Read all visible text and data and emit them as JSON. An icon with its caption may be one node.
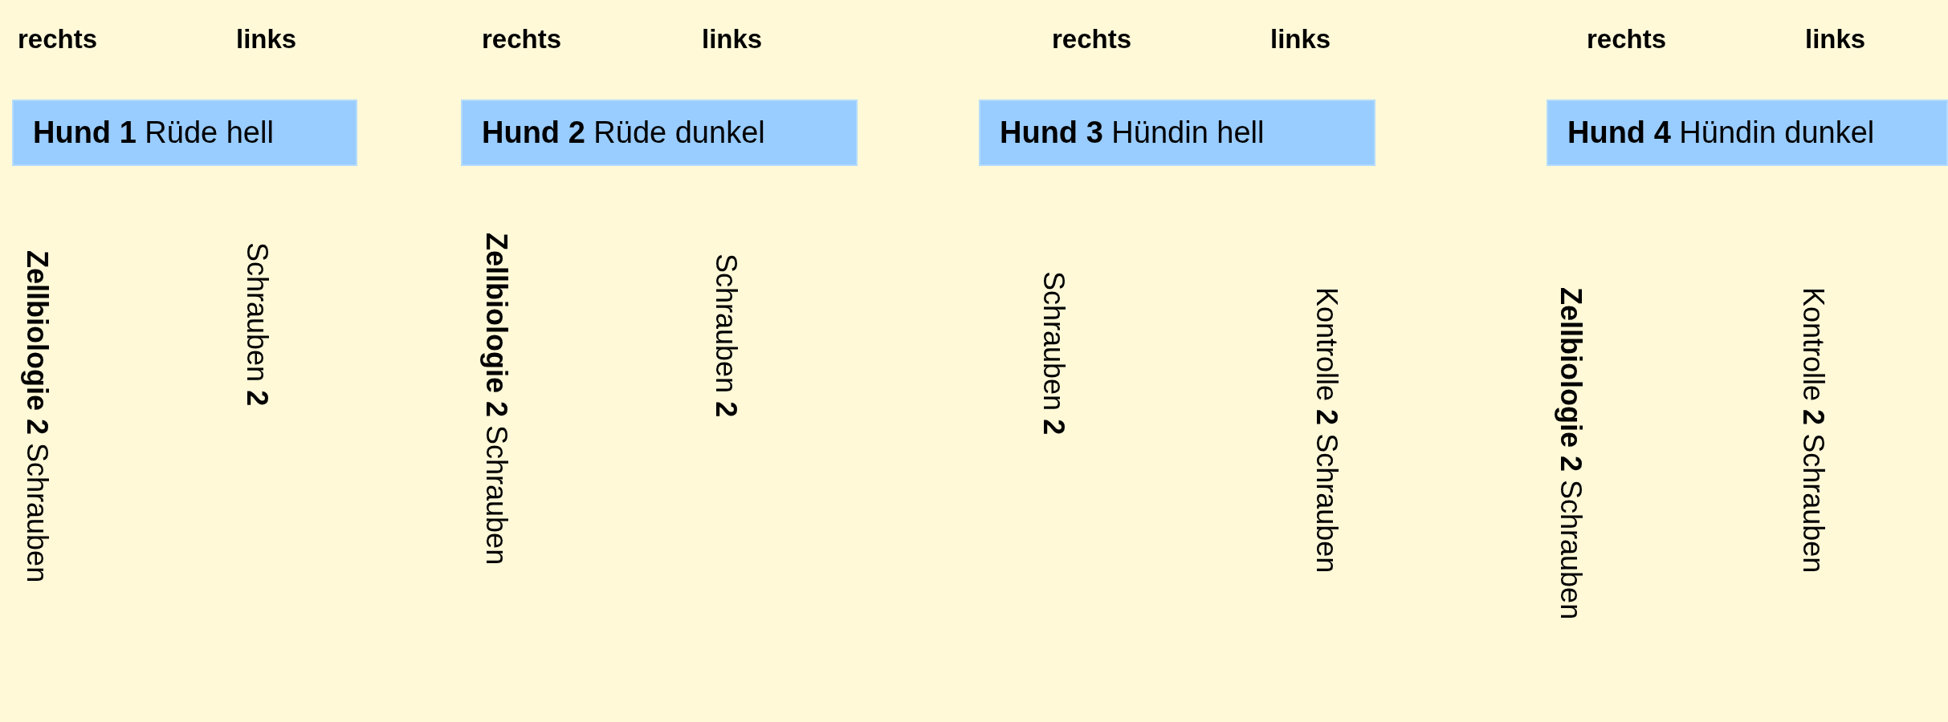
{
  "diagram": {
    "nodes": [
      {
        "text": [
          "**Hund 1** Rüde hell"
        ]
      },
      {
        "text": [
          "**Hund 2** Rüde dunkel"
        ]
      },
      {
        "text": [
          "**Hund 3** Hündin hell"
        ]
      },
      {
        "text": [
          "**Hund 4** Hündin dunkel"
        ]
      }
    ],
    "labels": [
      "rechts",
      "links",
      "rechts",
      "links",
      "rechts",
      "links",
      "rechts",
      "links",
      "**Zellbiologie 2** Schrauben",
      "Schrauben **2**",
      "**Zellbiologie 2** Schrauben",
      "Schrauben **2**",
      "Schrauben **2**",
      "Kontrolle **2** Schrauben",
      "**Zellbiologie 2** Schrauben",
      "Kontrolle **2** Schrauben"
    ]
  }
}
